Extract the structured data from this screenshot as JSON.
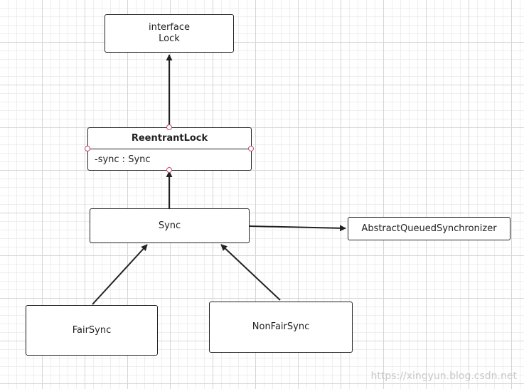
{
  "diagram": {
    "lock_interface": {
      "stereotype": "interface",
      "name": "Lock"
    },
    "reentrant_lock": {
      "name": "ReentrantLock",
      "attribute": "-sync : Sync"
    },
    "sync": {
      "name": "Sync"
    },
    "aqs": {
      "name": "AbstractQueuedSynchronizer"
    },
    "fair_sync": {
      "name": "FairSync"
    },
    "nonfair_sync": {
      "name": "NonFairSync"
    },
    "watermark": "https://xingyun.blog.csdn.net"
  },
  "colors": {
    "line": "#222222",
    "handle_stroke": "#c0506a",
    "grid_major": "#d6d6d6",
    "grid_minor": "#eeeeee"
  }
}
